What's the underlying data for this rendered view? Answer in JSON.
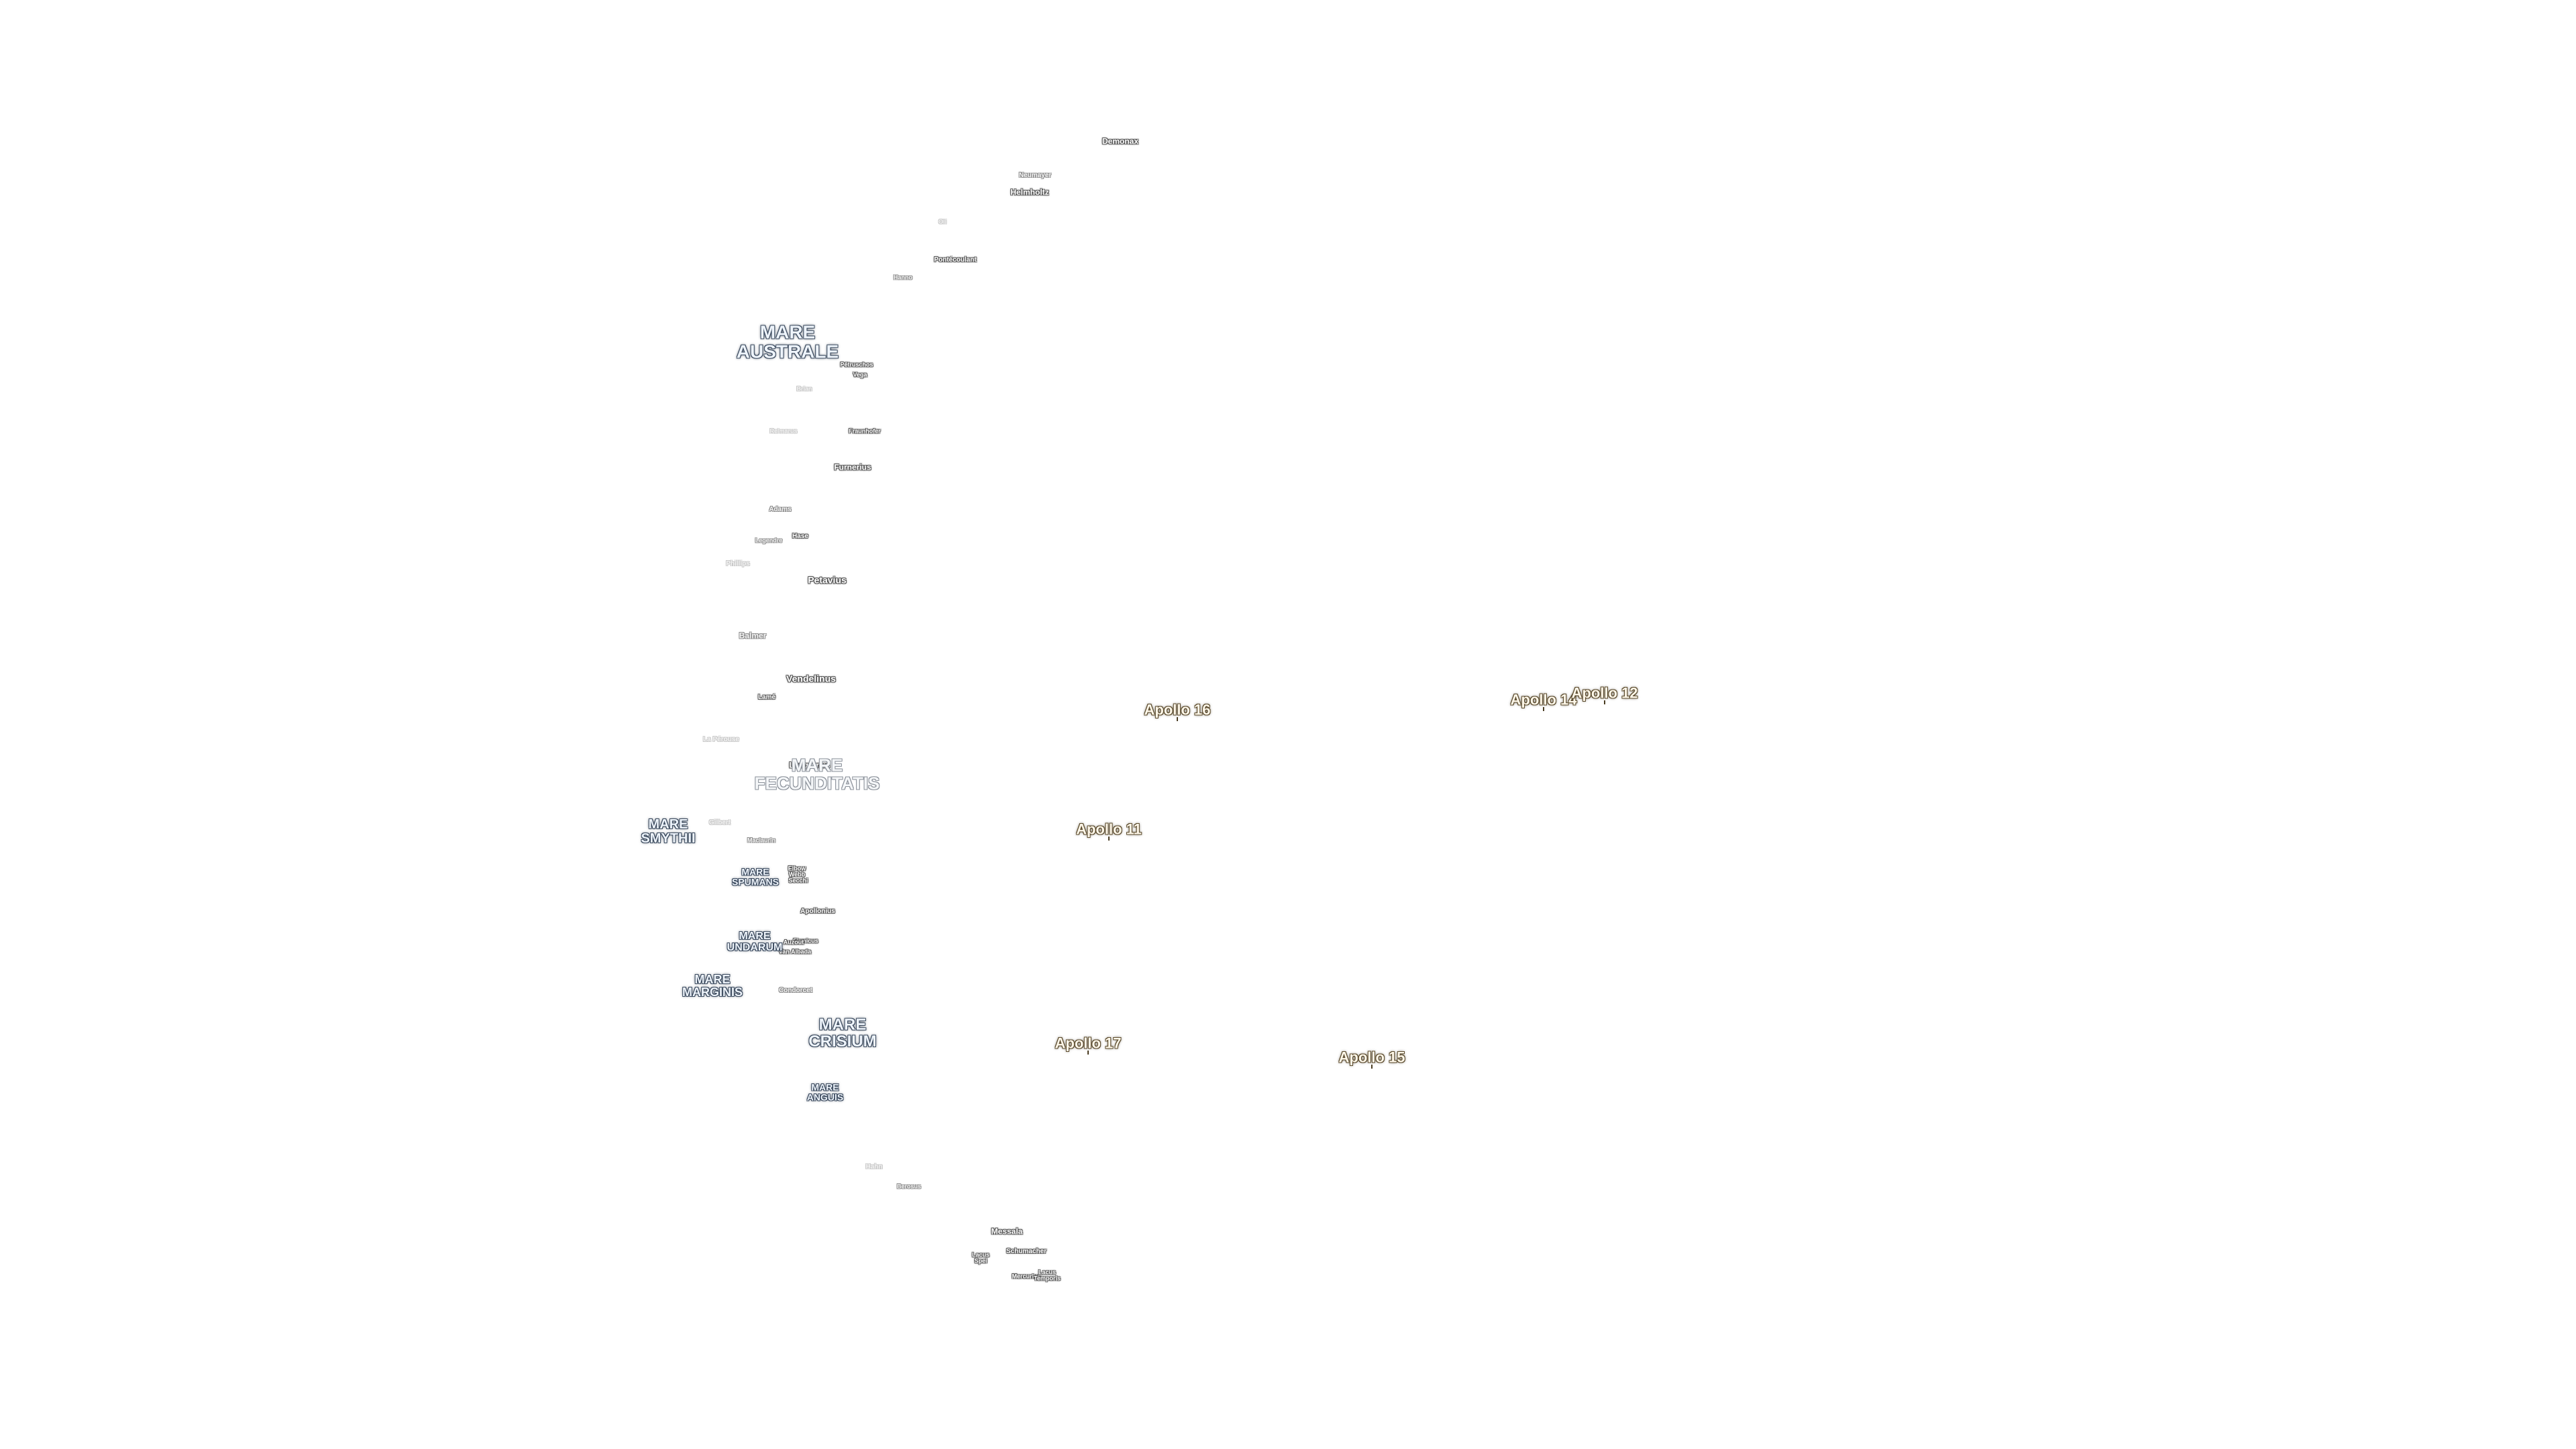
{
  "map": {
    "background": "#ffffff",
    "label_colors": {
      "crater_fill": "#ffffff",
      "crater_outline": "#555555",
      "mare_fill": "#eef4fb",
      "mare_outline": "#3b4a5e",
      "apollo_fill": "#fff8ea",
      "apollo_outline": "#5a4a2c"
    },
    "craters": [
      {
        "name": "Demonax",
        "size": 12,
        "tone": "normal"
      },
      {
        "name": "Neumayer",
        "size": 10,
        "tone": "mid"
      },
      {
        "name": "Helmholtz",
        "size": 12,
        "tone": "normal"
      },
      {
        "name": "Oli",
        "size": 9,
        "tone": "faint"
      },
      {
        "name": "Pontécoulant",
        "size": 10,
        "tone": "normal"
      },
      {
        "name": "Hanno",
        "size": 9,
        "tone": "mid"
      },
      {
        "name": "Pétruschos",
        "size": 9,
        "tone": "normal"
      },
      {
        "name": "Vega",
        "size": 9,
        "tone": "normal"
      },
      {
        "name": "Brian",
        "size": 9,
        "tone": "faint"
      },
      {
        "name": "Reimarus",
        "size": 9,
        "tone": "faint"
      },
      {
        "name": "Fraunhofer",
        "size": 9,
        "tone": "normal"
      },
      {
        "name": "Furnerius",
        "size": 12,
        "tone": "normal"
      },
      {
        "name": "Adams",
        "size": 10,
        "tone": "mid"
      },
      {
        "name": "Legendre",
        "size": 9,
        "tone": "mid"
      },
      {
        "name": "Hase",
        "size": 10,
        "tone": "normal"
      },
      {
        "name": "Phillips",
        "size": 10,
        "tone": "faint"
      },
      {
        "name": "Petavius",
        "size": 14,
        "tone": "normal"
      },
      {
        "name": "Balmer",
        "size": 12,
        "tone": "mid"
      },
      {
        "name": "Vendelinus",
        "size": 14,
        "tone": "normal"
      },
      {
        "name": "Lamé",
        "size": 10,
        "tone": "normal"
      },
      {
        "name": "La Pérouse",
        "size": 10,
        "tone": "faint"
      },
      {
        "name": "Langrenus",
        "size": 12,
        "tone": "normal"
      },
      {
        "name": "Gilbert",
        "size": 10,
        "tone": "faint"
      },
      {
        "name": "Maclaurin",
        "size": 9,
        "tone": "mid"
      },
      {
        "name": "Elbow",
        "size": 9,
        "tone": "normal"
      },
      {
        "name": "Webb",
        "size": 9,
        "tone": "normal"
      },
      {
        "name": "Secchi",
        "size": 9,
        "tone": "normal"
      },
      {
        "name": "Apollonius",
        "size": 10,
        "tone": "normal"
      },
      {
        "name": "Firmicus",
        "size": 9,
        "tone": "normal"
      },
      {
        "name": "Auzout",
        "size": 9,
        "tone": "normal"
      },
      {
        "name": "Van Albada",
        "size": 9,
        "tone": "normal"
      },
      {
        "name": "Condorcet",
        "size": 10,
        "tone": "mid"
      },
      {
        "name": "Hahn",
        "size": 10,
        "tone": "faint"
      },
      {
        "name": "Berosus",
        "size": 9,
        "tone": "mid"
      },
      {
        "name": "Messala",
        "size": 12,
        "tone": "normal"
      },
      {
        "name": "Lacus\nSpei",
        "size": 9,
        "tone": "normal"
      },
      {
        "name": "Schumacher",
        "size": 10,
        "tone": "normal"
      },
      {
        "name": "Mercurius",
        "size": 9,
        "tone": "normal"
      },
      {
        "name": "Lacus\nTemporis",
        "size": 9,
        "tone": "normal"
      }
    ],
    "maria": [
      {
        "name": "MARE\nAUSTRALE",
        "size": 28,
        "tone": "normal"
      },
      {
        "name": "MARE\nFECUNDITATIS",
        "size": 26,
        "tone": "faint"
      },
      {
        "name": "MARE\nSMYTHII",
        "size": 20,
        "tone": "normal"
      },
      {
        "name": "MARE\nSPUMANS",
        "size": 14,
        "tone": "normal"
      },
      {
        "name": "MARE\nUNDARUM",
        "size": 16,
        "tone": "normal"
      },
      {
        "name": "MARE\nMARGINIS",
        "size": 18,
        "tone": "normal"
      },
      {
        "name": "MARE\nCRISIUM",
        "size": 24,
        "tone": "normal"
      },
      {
        "name": "MARE\nANGUIS",
        "size": 14,
        "tone": "normal"
      }
    ],
    "apollo_sites": [
      {
        "name": "Apollo 16"
      },
      {
        "name": "Apollo 14"
      },
      {
        "name": "Apollo 12"
      },
      {
        "name": "Apollo 11"
      },
      {
        "name": "Apollo 17"
      },
      {
        "name": "Apollo 15"
      }
    ]
  }
}
